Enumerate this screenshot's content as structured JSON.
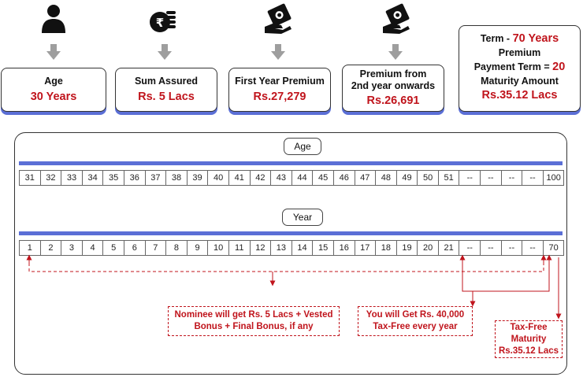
{
  "icons": [
    "person-icon",
    "rupee-coins-icon",
    "cash-hand-icon",
    "cash-hand-icon"
  ],
  "cards": [
    {
      "label": "Age",
      "value": "30 Years"
    },
    {
      "label": "Sum Assured",
      "value": "Rs. 5  Lacs"
    },
    {
      "label": "First Year Premium",
      "value": "Rs.27,279"
    },
    {
      "label": "Premium from 2nd year onwards",
      "value": "Rs.26,691"
    }
  ],
  "term": {
    "line1_label": "Term  - ",
    "line1_value": "70 Years",
    "line2": "Premium",
    "line3_label": "Payment Term = ",
    "line3_value": "20",
    "line4": "Maturity Amount",
    "line5": "Rs.35.12 Lacs"
  },
  "timeline": {
    "age_label": "Age",
    "year_label": "Year",
    "ages": [
      "31",
      "32",
      "33",
      "34",
      "35",
      "36",
      "37",
      "38",
      "39",
      "40",
      "41",
      "42",
      "43",
      "44",
      "45",
      "46",
      "47",
      "48",
      "49",
      "50",
      "51",
      "--",
      "--",
      "--",
      "--",
      "100"
    ],
    "years": [
      "1",
      "2",
      "3",
      "4",
      "5",
      "6",
      "7",
      "8",
      "9",
      "10",
      "11",
      "12",
      "13",
      "14",
      "15",
      "16",
      "17",
      "18",
      "19",
      "20",
      "21",
      "--",
      "--",
      "--",
      "--",
      "70"
    ]
  },
  "notes": {
    "nominee": [
      "Nominee will get Rs. 5 Lacs + Vested",
      "Bonus + Final Bonus, if any"
    ],
    "income": [
      "You will Get Rs. 40,000",
      "Tax-Free every year"
    ],
    "maturity": [
      "Tax-Free",
      "Maturity",
      "Rs.35.12 Lacs"
    ]
  },
  "colors": {
    "accent_red": "#c0141c",
    "bar_blue": "#5b6fd6",
    "arrow_gray": "#9e9e9e"
  }
}
